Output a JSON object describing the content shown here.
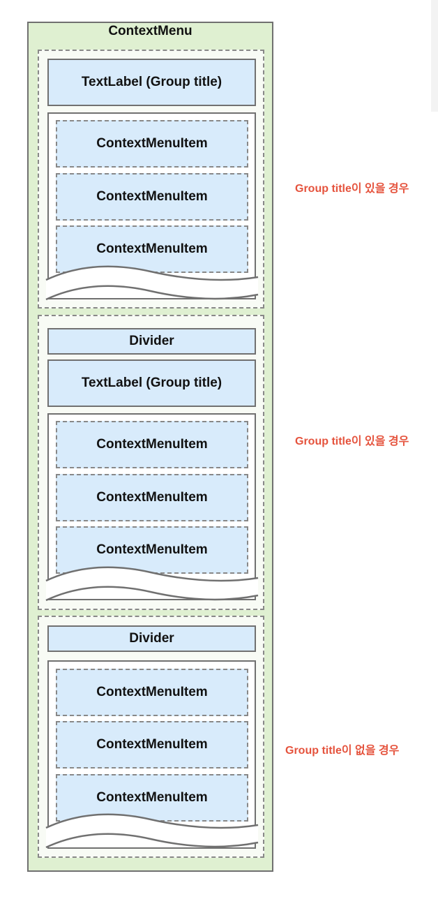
{
  "context_menu": {
    "title": "ContextMenu"
  },
  "groups": [
    {
      "group_title": "TextLabel (Group title)",
      "items": [
        "ContextMenuItem",
        "ContextMenuItem",
        "ContextMenuItem"
      ],
      "note": "Group title이 있을 경우"
    },
    {
      "divider": "Divider",
      "group_title": "TextLabel (Group title)",
      "items": [
        "ContextMenuItem",
        "ContextMenuItem",
        "ContextMenuItem"
      ],
      "note": "Group title이 있을 경우"
    },
    {
      "divider": "Divider",
      "items": [
        "ContextMenuItem",
        "ContextMenuItem",
        "ContextMenuItem"
      ],
      "note": "Group title이 없을 경우"
    }
  ],
  "colors": {
    "menu_bg": "#dff0d1",
    "box_bg": "#d8ebfb",
    "border": "#707070",
    "note_text": "#e5533d"
  }
}
